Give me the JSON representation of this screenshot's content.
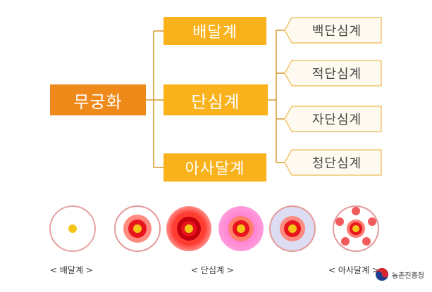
{
  "diagram": {
    "root": "무궁화",
    "categories": [
      "배달계",
      "단심계",
      "아사달계"
    ],
    "subtypes": [
      "백단심계",
      "적단심계",
      "자단심계",
      "청단심계"
    ]
  },
  "captions": [
    "< 배달계 >",
    "< 단심계 >",
    "< 아사달계 >"
  ],
  "colors": {
    "root_box": "#ef8a1a",
    "category_box": "#f9b21c",
    "connector": "#d6962c",
    "leaf_border": "#f2c56b"
  },
  "flowers": [
    {
      "kind": "white-plain",
      "label_group": "배달계"
    },
    {
      "kind": "white-red-center",
      "label_group": "단심계"
    },
    {
      "kind": "red-red-center",
      "label_group": "단심계"
    },
    {
      "kind": "pink-red-center",
      "label_group": "단심계"
    },
    {
      "kind": "lavender-red-center",
      "label_group": "단심계"
    },
    {
      "kind": "white-red-spotted",
      "label_group": "아사달계"
    }
  ],
  "logo": {
    "text": "농촌진흥청",
    "icon": "taeguk-emblem-icon"
  }
}
